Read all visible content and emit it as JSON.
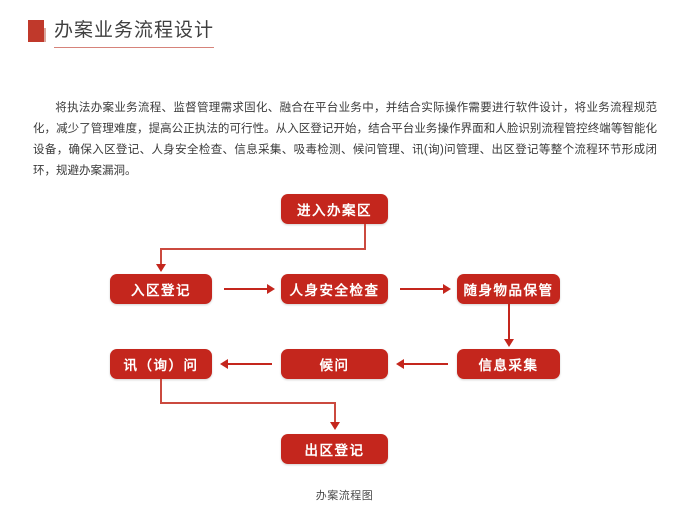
{
  "header": {
    "title": "办案业务流程设计",
    "marker_color": "#c0392b",
    "underline_color": "#d6837a"
  },
  "body": {
    "paragraph": "将执法办案业务流程、监督管理需求固化、融合在平台业务中，并结合实际操作需要进行软件设计，将业务流程规范化，减少了管理难度，提高公正执法的可行性。从入区登记开始，结合平台业务操作界面和人脸识别流程管控终端等智能化设备，确保入区登记、人身安全检查、信息采集、吸毒检测、候问管理、讯(询)问管理、出区登记等整个流程环节形成闭环，规避办案漏洞。"
  },
  "flowchart": {
    "caption": "办案流程图",
    "node_color": "#c4261d",
    "node_text_color": "#ffffff",
    "connector_color": "#c4261d",
    "nodes": [
      {
        "id": "enter",
        "label": "进入办案区"
      },
      {
        "id": "reg",
        "label": "入区登记"
      },
      {
        "id": "safety",
        "label": "人身安全检查"
      },
      {
        "id": "belong",
        "label": "随身物品保管"
      },
      {
        "id": "inquiry",
        "label": "讯（询）问"
      },
      {
        "id": "wait",
        "label": "候问"
      },
      {
        "id": "info",
        "label": "信息采集"
      },
      {
        "id": "exit",
        "label": "出区登记"
      }
    ],
    "edges": [
      {
        "from": "enter",
        "to": "reg",
        "direction": "down-left-down"
      },
      {
        "from": "reg",
        "to": "safety",
        "direction": "right"
      },
      {
        "from": "safety",
        "to": "belong",
        "direction": "right"
      },
      {
        "from": "belong",
        "to": "info",
        "direction": "down"
      },
      {
        "from": "info",
        "to": "wait",
        "direction": "left"
      },
      {
        "from": "wait",
        "to": "inquiry",
        "direction": "left"
      },
      {
        "from": "inquiry",
        "to": "exit",
        "direction": "down-right-down"
      }
    ]
  }
}
